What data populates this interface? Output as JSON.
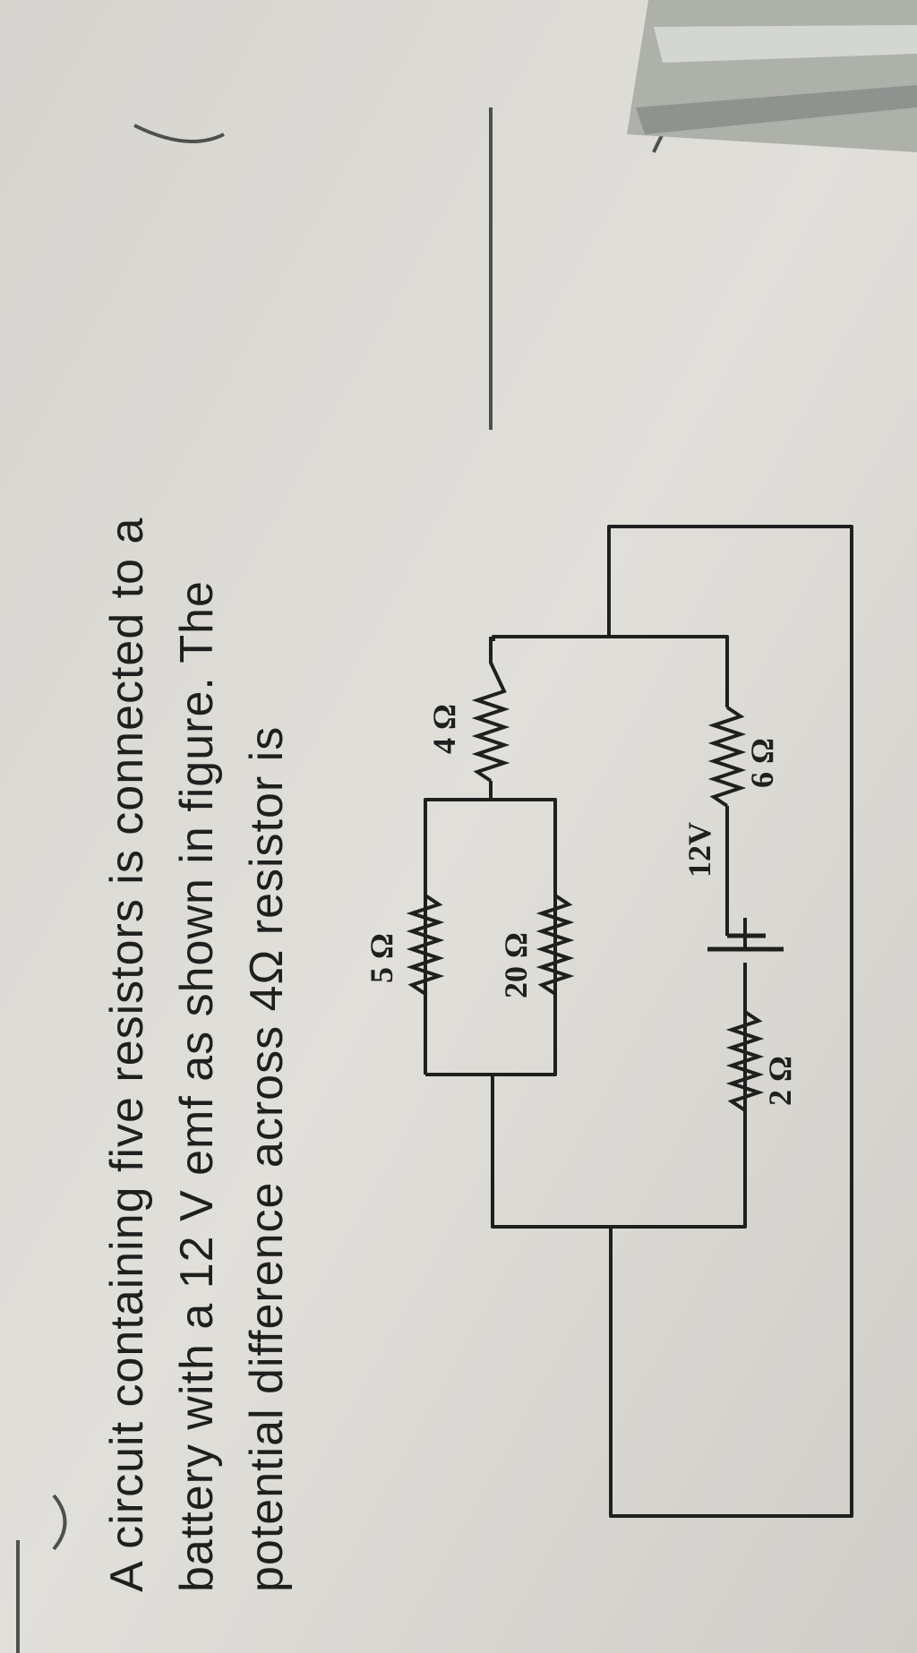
{
  "question": {
    "lines": [
      "A circuit containing five resistors is connected to a",
      "battery with a 12 V emf as shown in figure. The",
      "potential difference across 4Ω resistor is"
    ]
  },
  "circuit": {
    "r5_label": "5 Ω",
    "r20_label": "20 Ω",
    "r4_label": "4 Ω",
    "r2_label": "2 Ω",
    "r6_label": "6 Ω",
    "battery_label": "12V"
  },
  "colors": {
    "paper": "#dcdad5",
    "ink": "#1f1f1f",
    "pencil": "#4f4f4f"
  }
}
